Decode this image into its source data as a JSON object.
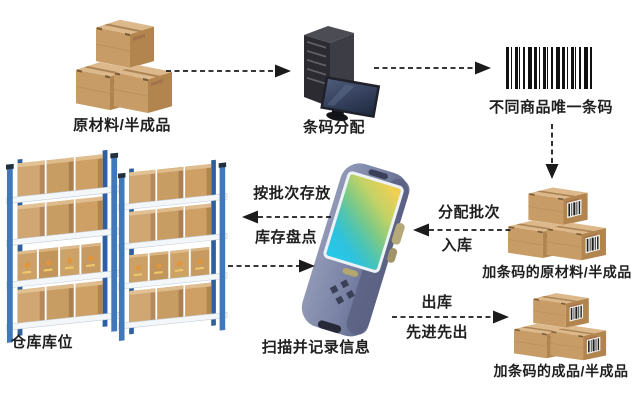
{
  "diagram": {
    "background_color": "#ffffff",
    "nodes": {
      "raw_materials": {
        "label": "原材料/半成品",
        "icon": "box-stack-icon"
      },
      "barcode_assign": {
        "label": "条码分配",
        "icon": "server-monitor-icon"
      },
      "unique_barcode": {
        "label": "不同商品唯一条码",
        "icon": "barcode-icon"
      },
      "barcoded_raw_materials": {
        "label": "加条码的原材料/半成品",
        "icon": "barcoded-box-stack-icon"
      },
      "scanner": {
        "label": "扫描并记录信息",
        "icon": "handheld-scanner-icon"
      },
      "warehouse_racks": {
        "label": "仓库库位",
        "icon": "warehouse-rack-icon"
      },
      "barcoded_finished_goods": {
        "label": "加条码的成品/半成品",
        "icon": "barcoded-box-stack-icon"
      }
    },
    "flows": [
      {
        "id": "raw-to-server",
        "from": "raw_materials",
        "to": "barcode_assign",
        "direction": "right"
      },
      {
        "id": "server-to-barcode",
        "from": "barcode_assign",
        "to": "unique_barcode",
        "direction": "right"
      },
      {
        "id": "barcode-to-boxes",
        "from": "unique_barcode",
        "to": "barcoded_raw_materials",
        "direction": "down"
      },
      {
        "id": "assign-batch-inbound",
        "from": "barcoded_raw_materials",
        "to": "scanner",
        "direction": "left",
        "label_top": "分配批次",
        "label_bottom": "入库"
      },
      {
        "id": "store-by-batch",
        "from": "scanner",
        "to": "warehouse_racks",
        "direction": "left",
        "label_top": "按批次存放"
      },
      {
        "id": "inventory-count",
        "from": "warehouse_racks",
        "to": "scanner",
        "direction": "right",
        "label_top": "库存盘点"
      },
      {
        "id": "outbound-fifo",
        "from": "scanner",
        "to": "barcoded_finished_goods",
        "direction": "right",
        "label_top": "出库",
        "label_bottom": "先进先出"
      }
    ],
    "colors": {
      "carton": "#cda26c",
      "carton_side": "#b2854f",
      "carton_top": "#dcb88a",
      "rack_blue": "#3d74b5",
      "shelf_white": "#f4f7f9",
      "scanner_body": "#7c84a6",
      "screen_gradient_top": "#f0d053",
      "screen_gradient_mid": "#7cc884",
      "screen_gradient_bottom": "#27c7e8",
      "server_gray": "#3d3d46",
      "monitor_screen": "#36425f",
      "barcode_black": "#111111",
      "arrow": "#1b1b1b",
      "label_text": "#1f1f1f"
    }
  }
}
